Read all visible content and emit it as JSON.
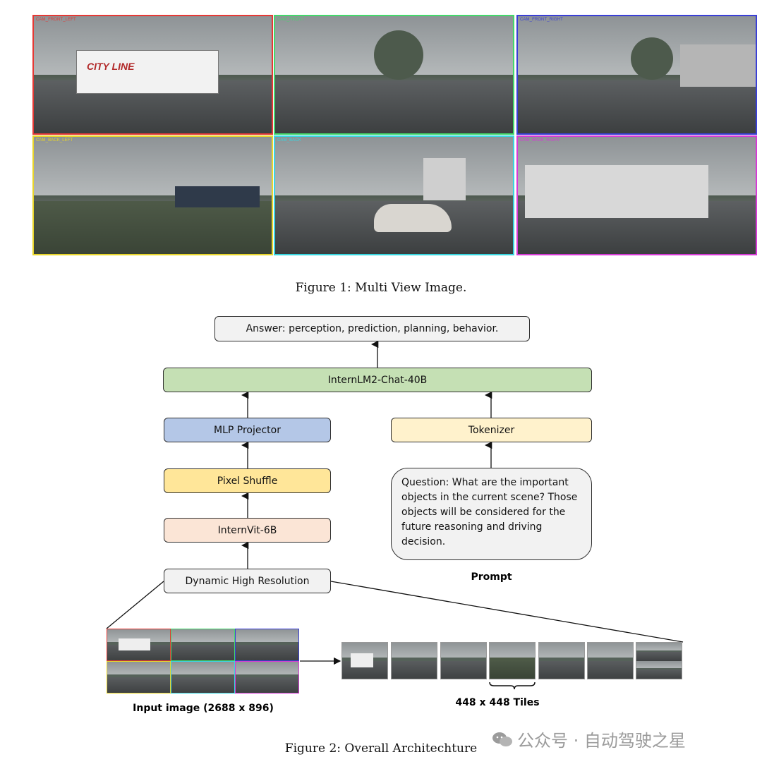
{
  "figure1": {
    "caption": "Figure 1:   Multi View Image.",
    "cameras": [
      {
        "label": "CAM_FRONT_LEFT",
        "color": "#e53935"
      },
      {
        "label": "CAM_FRONT",
        "color": "#43d86b"
      },
      {
        "label": "CAM_FRONT_RIGHT",
        "color": "#3a3fd6"
      },
      {
        "label": "CAM_BACK_LEFT",
        "color": "#e8d52a"
      },
      {
        "label": "CAM_BACK",
        "color": "#38d6e0"
      },
      {
        "label": "CAM_BACK_RIGHT",
        "color": "#d63ad6"
      }
    ],
    "truck_text": "CITY LINE"
  },
  "figure2": {
    "caption": "Figure 2:   Overall Architechture",
    "boxes": {
      "answer": "Answer: perception, prediction, planning, behavior.",
      "llm": "InternLM2-Chat-40B",
      "mlp": "MLP Projector",
      "tokenizer": "Tokenizer",
      "shuffle": "Pixel Shuffle",
      "vit": "InternVit-6B",
      "dhr": "Dynamic High Resolution",
      "question": "Question: What are the important objects in the current scene? Those objects will be considered for the future reasoning and driving decision."
    },
    "prompt_label": "Prompt",
    "input_label": "Input image (2688 x 896)",
    "tiles_label": "448 x 448 Tiles"
  },
  "watermark": "公众号 · 自动驾驶之星"
}
